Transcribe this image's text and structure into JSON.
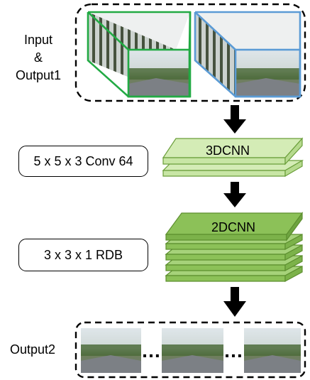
{
  "top_label": {
    "line1": "Input",
    "line2": "&",
    "line3": "Output1"
  },
  "conv_label": "5 x 5 x 3 Conv 64",
  "rdb_label": "3 x 3 x 1 RDB",
  "cnn3d_label": "3DCNN",
  "cnn2d_label": "2DCNN",
  "bottom_label": "Output2",
  "ellipsis": "…",
  "colors": {
    "green_outline": "#22aa44",
    "blue_outline": "#5b9bd5",
    "layer3d_light": "#c8e6a5",
    "layer3d_top": "#d4ecb6",
    "layer2d_top": "#8cc158",
    "layer2d_side": "#a6d27a",
    "layer_edge": "#6a9e3a"
  }
}
